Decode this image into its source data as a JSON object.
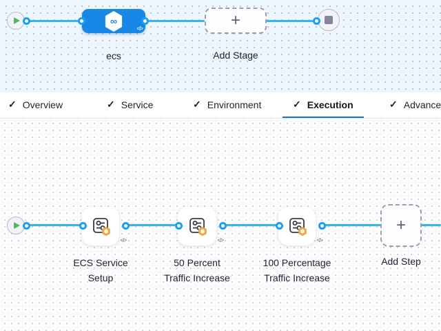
{
  "stage_pipeline": {
    "start_icon": "play-icon",
    "end_icon": "stop-icon",
    "stage": {
      "name": "ecs",
      "icon_glyph": "∞",
      "code_icon": "</>"
    },
    "add_stage": {
      "label": "Add Stage",
      "plus": "+"
    }
  },
  "tabs": {
    "check_glyph": "✓",
    "items": [
      {
        "label": "Overview",
        "active": false
      },
      {
        "label": "Service",
        "active": false
      },
      {
        "label": "Environment",
        "active": false
      },
      {
        "label": "Execution",
        "active": true
      },
      {
        "label": "Advanced",
        "active": false
      }
    ]
  },
  "execution": {
    "start_icon": "play-icon",
    "code_icon": "</>",
    "steps": [
      {
        "lines": [
          "ECS Service",
          "Setup"
        ]
      },
      {
        "lines": [
          "50 Percent",
          "Traffic Increase"
        ]
      },
      {
        "lines": [
          "100 Percentage",
          "Traffic Increase"
        ]
      }
    ],
    "add_step": {
      "label": "Add Step",
      "plus": "+"
    }
  },
  "icons": {
    "step": "sliders-icon",
    "step_badge": "orange-hexagon-badge-icon",
    "stage": "harness-hexagon-icon",
    "code": "code-toggle-icon"
  },
  "colors": {
    "accent_blue": "#0b79d2",
    "connector_blue": "#33b5f3",
    "stage_node_blue": "#1987e6",
    "play_green": "#55b45f",
    "badge_orange": "#f5a33b",
    "canvas_top_bg": "#edf6fc",
    "canvas_bottom_bg": "#fefefe"
  }
}
